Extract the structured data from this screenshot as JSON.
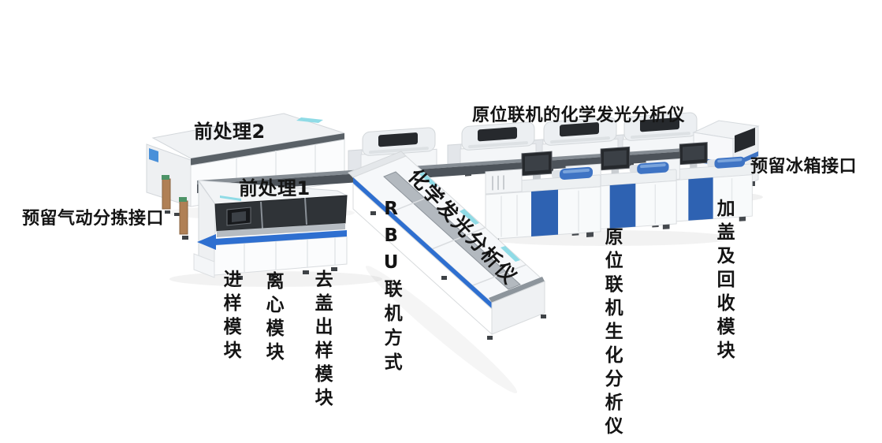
{
  "diagram": {
    "title_context": "laboratory automation line diagram",
    "labels": {
      "pretreatment2": "前处理2",
      "pretreatment1": "前处理1",
      "pneumatic_sort_port": "预留气动分拣接口",
      "sample_in_module": "进样模块",
      "centrifuge_module": "离心模块",
      "decap_output_module": "去盖出样模块",
      "rbu_link_mode": "RBU联机方式",
      "chemiluminescence_analyzer": "化学发光分析仪",
      "insitu_chemiluminescence_analyzer": "原位联机的化学发光分析仪",
      "insitu_biochemical_analyzer": "原位联机生化分析仪",
      "capping_recycle_module": "加盖及回收模块",
      "fridge_port": "预留冰箱接口"
    },
    "colors": {
      "accent_blue": "#2e6fd0",
      "panel_blue": "#2e62b2",
      "lid_blue": "#3f74c4",
      "cyan_accent": "#8fdbe6",
      "conveyor_dark": "#4d535a",
      "conveyor_light": "#858c93",
      "screen_dark": "#26292d",
      "dark_panel": "#2f3337",
      "tan_connector": "#b08055",
      "green_connector": "#4d9367",
      "label_text": "#141414",
      "machine_white": "#f8fafb",
      "background": "#ffffff"
    }
  }
}
